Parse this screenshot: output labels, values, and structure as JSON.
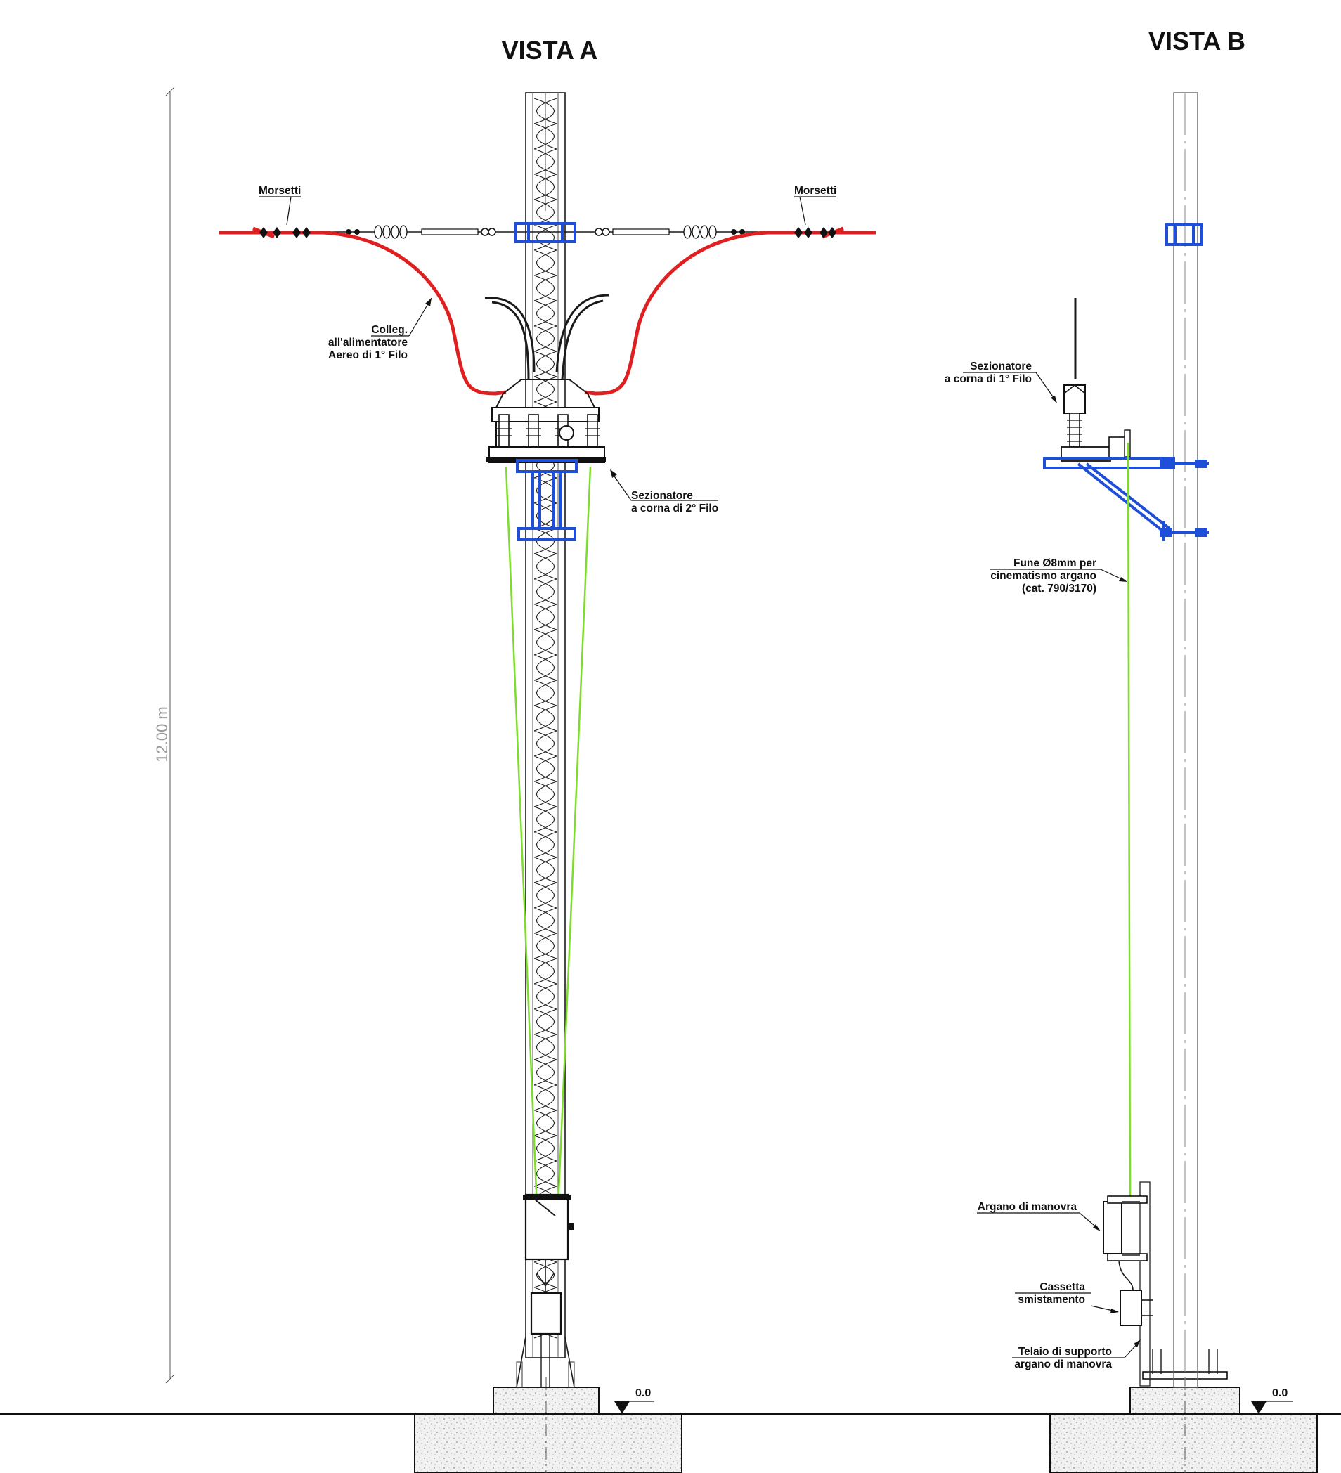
{
  "views": {
    "a": {
      "title": "VISTA  A"
    },
    "b": {
      "title": "VISTA  B"
    }
  },
  "dimension": {
    "height_label": "12.00  m"
  },
  "levels": {
    "left": "0.0",
    "right": "0.0"
  },
  "labels_a": {
    "morsetti_left": "Morsetti",
    "morsetti_right": "Morsetti",
    "colleg": [
      "Colleg.",
      "all'alimentatore",
      "Aereo di 1° Filo"
    ],
    "sezionatore2": [
      "Sezionatore",
      "a corna di 2° Filo"
    ]
  },
  "labels_b": {
    "sezionatore1": [
      "Sezionatore",
      "a corna di 1° Filo"
    ],
    "fune": [
      "Fune Ø8mm per",
      "cinematismo argano",
      "(cat. 790/3170)"
    ],
    "argano": "Argano di manovra",
    "cassetta": [
      "Cassetta",
      "smistamento"
    ],
    "telaio": [
      "Telaio di supporto",
      "argano di manovra"
    ]
  },
  "colors": {
    "feeder_wire": "#e02020",
    "clamps_brackets": "#1f4fd8",
    "operating_rope": "#7ddc2c",
    "linework": "#1a1a1a"
  }
}
